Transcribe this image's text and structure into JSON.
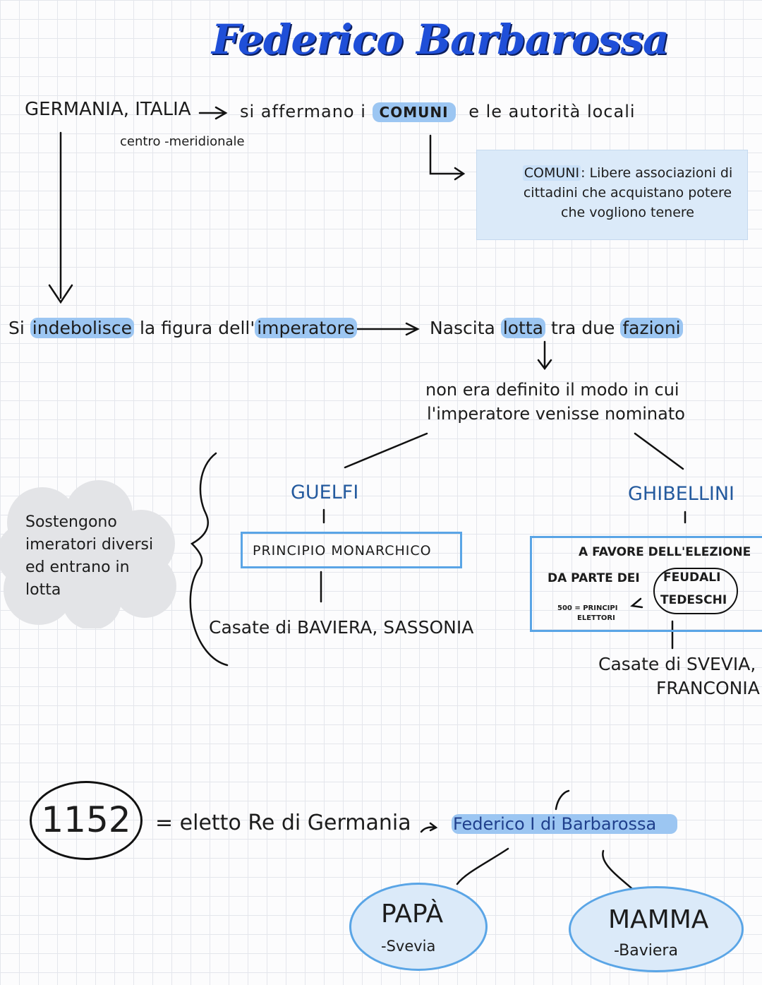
{
  "title": "Federico Barbarossa",
  "row1": {
    "left": "GERMANIA, ITALIA",
    "sub": "centro -meridionale",
    "text_pre": "si affermano i",
    "comuni": "COMUNI",
    "text_post": "e le autorità locali"
  },
  "comuni_box": {
    "term": "COMUNI",
    "definition": ": Libere associazioni di cittadini che acquistano potere che vogliono tenere"
  },
  "row2": {
    "si": "Si",
    "indebolisce": "indebolisce",
    "la_figura": "la figura dell'",
    "imperatore": "imperatore",
    "nascita": "Nascita",
    "lotta": "lotta",
    "tra_due": "tra due",
    "fazioni": "fazioni"
  },
  "reason": {
    "line1": "non era definito il modo in cui",
    "line2": "l'imperatore venisse nominato"
  },
  "cloud_text": "Sostengono imeratori diversi ed entrano in lotta",
  "guelfi": {
    "label": "GUELFI",
    "principle": "PRINCIPIO MONARCHICO",
    "houses": "Casate di BAVIERA, SASSONIA"
  },
  "ghibellini": {
    "label": "GHIBELLINI",
    "line1": "A FAVORE DELL'ELEZIONE",
    "line2": "DA PARTE DEI",
    "feudali": "FEUDALI",
    "tedeschi": "TEDESCHI",
    "note_line1": "500 = PRINCIPI",
    "note_line2": "ELETTORI",
    "houses_line1": "Casate di SVEVIA,",
    "houses_line2": "FRANCONIA"
  },
  "timeline": {
    "year": "1152",
    "event": "= eletto Re di Germania",
    "name": "Federico I di Barbarossa"
  },
  "parents": {
    "father": "PAPÀ",
    "father_house": "-Svevia",
    "mother": "MAMMA",
    "mother_house": "-Baviera"
  },
  "colors": {
    "title": "#1f4fd8",
    "highlight": "#9cc6f2",
    "box_fill": "#dbeaf9",
    "box_border": "#5aa5e6",
    "faction_label": "#245a9e"
  }
}
